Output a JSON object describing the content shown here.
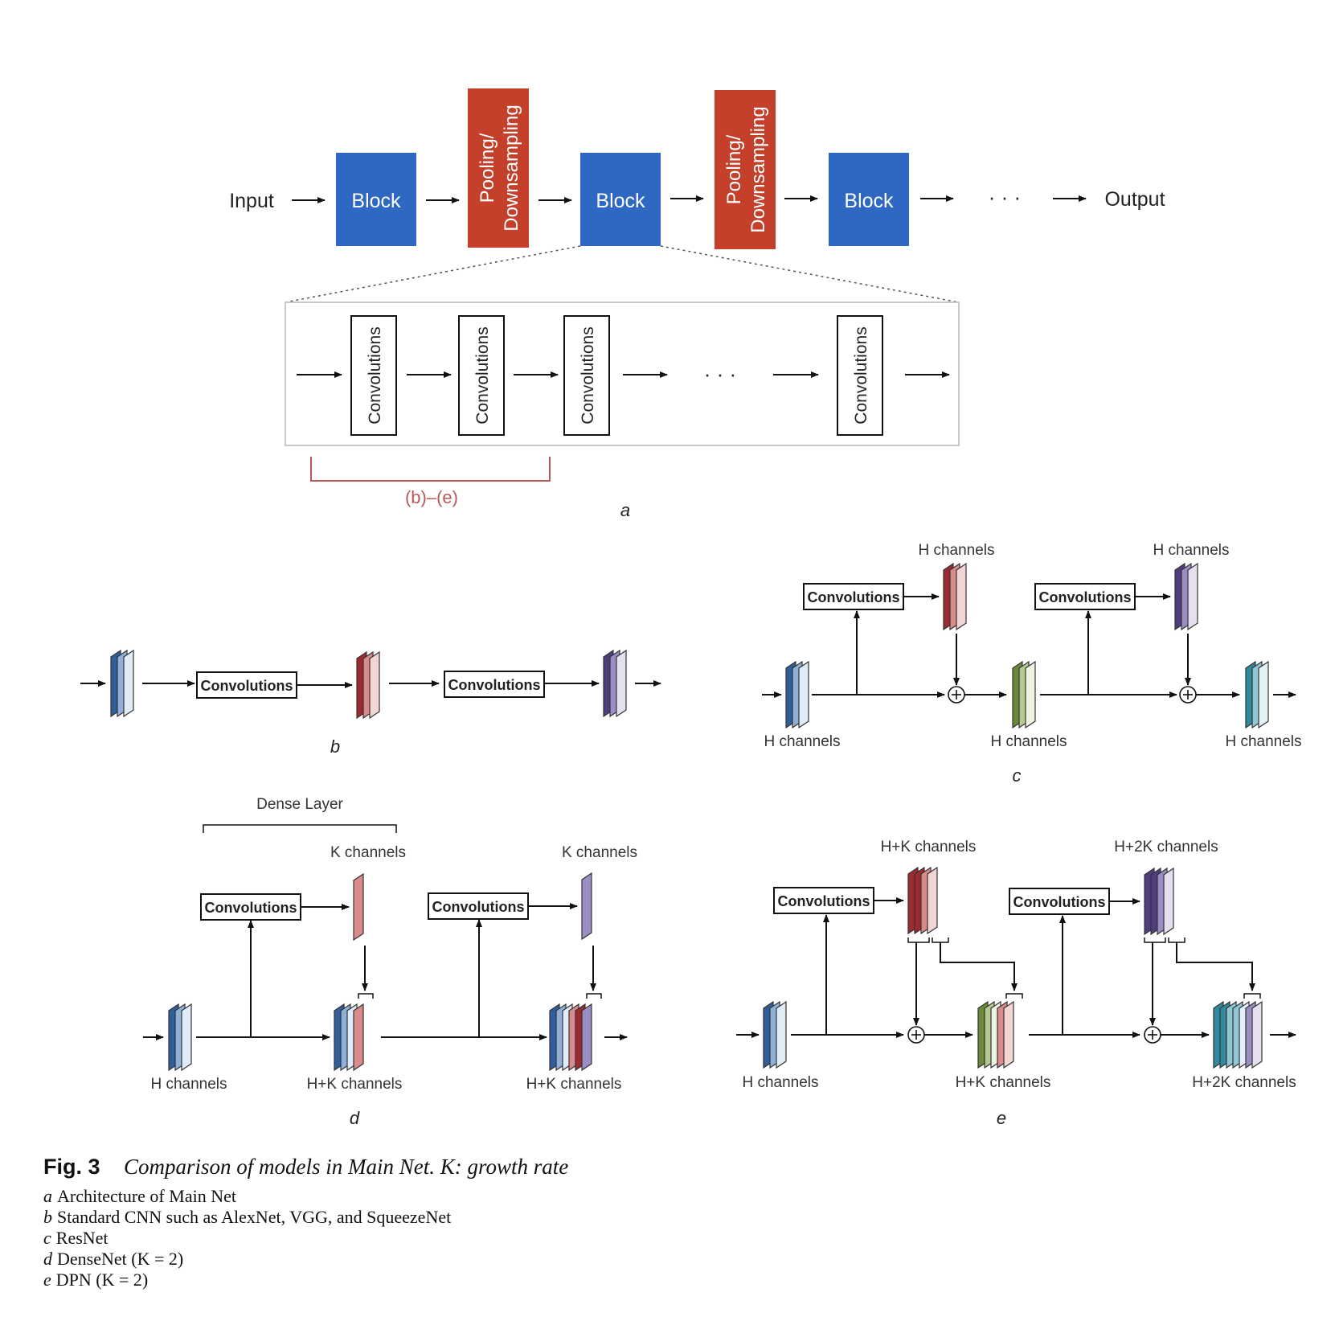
{
  "colors": {
    "block_blue": "#2f68c2",
    "pool_red": "#c4402a",
    "bracket_red": "#b9575a",
    "blue_stack": [
      "#2f5e9a",
      "#8fb0d8",
      "#e0ecf8"
    ],
    "red_stack": [
      "#9c2b2f",
      "#d98b8b",
      "#f3d6d4"
    ],
    "purple_stack": [
      "#4e3c7c",
      "#9a8ec4",
      "#e4e0f0"
    ],
    "green_stack": [
      "#6a8a3a",
      "#b5c98e",
      "#eef3e2"
    ],
    "teal_stack": [
      "#2e8a9c",
      "#8fc8d4",
      "#e2f2f6"
    ]
  },
  "panel_a": {
    "input": "Input",
    "block": "Block",
    "pooling": "Pooling/\nDownsampling",
    "output": "Output",
    "ellipsis": "· · ·",
    "convolutions": "Convolutions",
    "bracket_label": "(b)–(e)",
    "label": "a"
  },
  "panel_b": {
    "convolutions": "Convolutions",
    "label": "b"
  },
  "panel_c": {
    "convolutions": "Convolutions",
    "h_channels": "H channels",
    "label": "c"
  },
  "panel_d": {
    "dense_layer": "Dense Layer",
    "convolutions": "Convolutions",
    "k_channels": "K channels",
    "h_channels": "H channels",
    "hk_channels": "H+K channels",
    "label": "d"
  },
  "panel_e": {
    "convolutions": "Convolutions",
    "h_channels": "H channels",
    "hk_channels": "H+K channels",
    "h2k_channels": "H+2K channels",
    "label": "e"
  },
  "caption": {
    "fig_label": "Fig. 3",
    "fig_title": "Comparison of models in Main Net. K: growth rate",
    "items": [
      {
        "letter": "a",
        "text": "Architecture of Main Net"
      },
      {
        "letter": "b",
        "text": "Standard CNN such as AlexNet, VGG, and SqueezeNet"
      },
      {
        "letter": "c",
        "text": "ResNet"
      },
      {
        "letter": "d",
        "text": "DenseNet (K = 2)"
      },
      {
        "letter": "e",
        "text": "DPN (K = 2)"
      }
    ]
  }
}
